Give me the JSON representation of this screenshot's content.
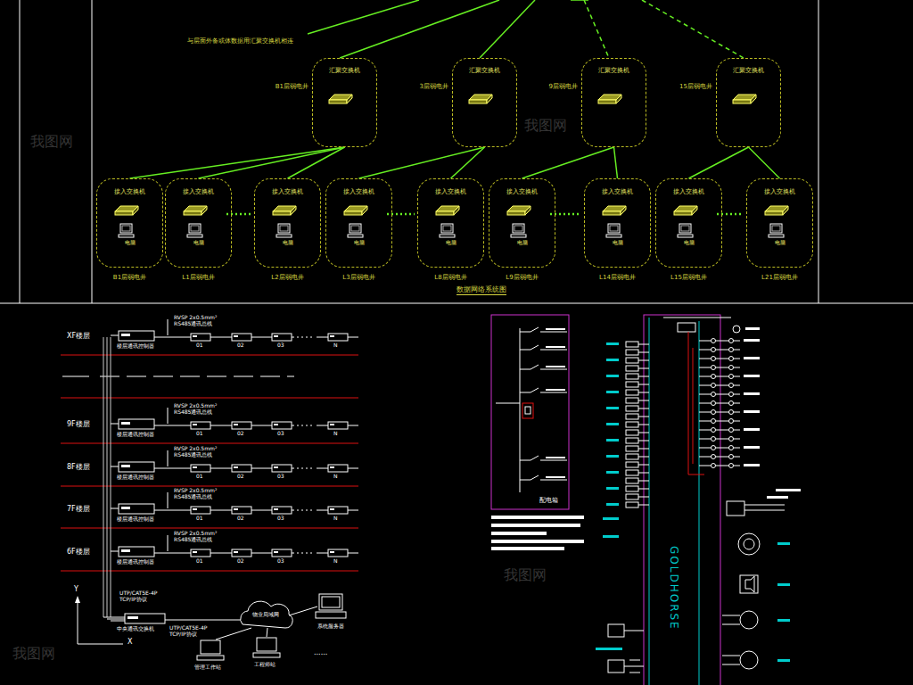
{
  "diagram": {
    "title": "数据网络系统图",
    "nodes": [
      {
        "text": [
          "汇聚交换机",
          "B1层弱电井"
        ]
      },
      {
        "text": [
          "汇聚交换机",
          "3层弱电井"
        ]
      },
      {
        "text": [
          "汇聚交换机",
          "9层弱电井"
        ]
      },
      {
        "text": [
          "汇聚交换机",
          "15层弱电井"
        ]
      },
      {
        "text": [
          "接入交换机",
          "电脑",
          "B1层弱电井"
        ]
      },
      {
        "text": [
          "接入交换机",
          "电脑",
          "L1层弱电井"
        ]
      },
      {
        "text": [
          "接入交换机",
          "电脑",
          "L2层弱电井"
        ]
      },
      {
        "text": [
          "接入交换机",
          "电脑",
          "L3层弱电井"
        ]
      },
      {
        "text": [
          "接入交换机",
          "电脑",
          "L8层弱电井"
        ]
      },
      {
        "text": [
          "接入交换机",
          "电脑",
          "L9层弱电井"
        ]
      },
      {
        "text": [
          "接入交换机",
          "电脑",
          "L14层弱电井"
        ]
      },
      {
        "text": [
          "接入交换机",
          "电脑",
          "L15层弱电井"
        ]
      },
      {
        "text": [
          "接入交换机",
          "电脑",
          "L21层弱电井"
        ]
      }
    ],
    "edges": [
      {
        "from": 0,
        "to": 4,
        "arrow": "none"
      },
      {
        "from": 0,
        "to": 5,
        "arrow": "none"
      },
      {
        "from": 0,
        "to": 6,
        "arrow": "none"
      },
      {
        "from": 1,
        "to": 7,
        "arrow": "none"
      },
      {
        "from": 1,
        "to": 8,
        "arrow": "none"
      },
      {
        "from": 2,
        "to": 9,
        "arrow": "none"
      },
      {
        "from": 2,
        "to": 10,
        "arrow": "none"
      },
      {
        "from": 3,
        "to": 11,
        "arrow": "none"
      },
      {
        "from": 3,
        "to": 12,
        "arrow": "none"
      }
    ],
    "labels": [
      "与层面外备或体数据用汇聚交换机相连",
      "XF楼层",
      "RVSP 2x0.5mm²",
      "RS485通讯总线",
      "楼层通讯控制器",
      "01",
      "02",
      "03",
      "N",
      "9F楼层",
      "RVSP 2x0.5mm²",
      "RS485通讯总线",
      "楼层通讯控制器",
      "01",
      "02",
      "03",
      "N",
      "8F楼层",
      "RVSP 2x0.5mm²",
      "RS485通讯总线",
      "楼层通讯控制器",
      "01",
      "02",
      "03",
      "N",
      "7F楼层",
      "RVSP 2x0.5mm²",
      "RS485通讯总线",
      "楼层通讯控制器",
      "01",
      "02",
      "03",
      "N",
      "6F楼层",
      "RVSP 2x0.5mm²",
      "RS485通讯总线",
      "楼层通讯控制器",
      "01",
      "02",
      "03",
      "N",
      "UTP/CAT5E-4P TCP/IP协议",
      "UTP/CAT5E-4P TCP/IP协议",
      "中央通讯交换机",
      "物业局域网",
      "系统服务器",
      "管理工作站",
      "工程师站",
      "......",
      "Y",
      "X",
      "配电箱",
      "GOLDHORSE",
      "我图网",
      "我图网",
      "我图网",
      "我图网"
    ]
  }
}
